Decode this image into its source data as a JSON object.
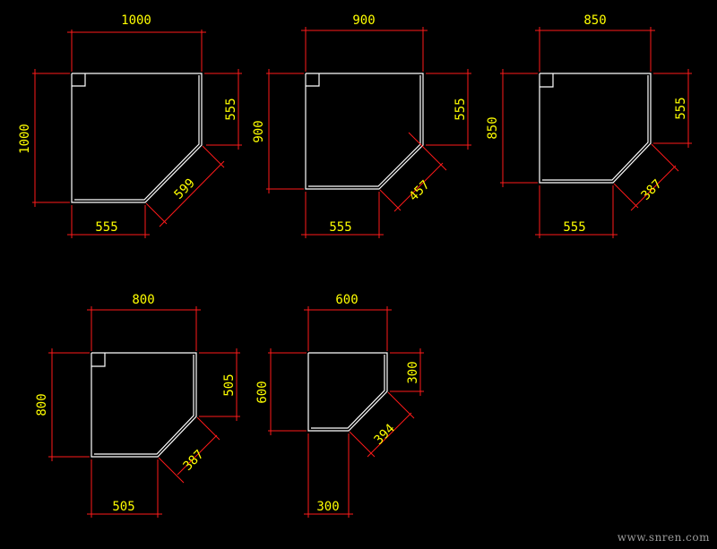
{
  "colors": {
    "background": "#000000",
    "outline": "#ffffff",
    "dimension_line": "#ff1a1a",
    "dimension_text": "#ffff00"
  },
  "plans": [
    {
      "id": "plan-1000",
      "labels": {
        "width": "1000",
        "height": "1000",
        "right_side": "555",
        "bottom_side": "555",
        "diagonal": "599"
      }
    },
    {
      "id": "plan-900",
      "labels": {
        "width": "900",
        "height": "900",
        "right_side": "555",
        "bottom_side": "555",
        "diagonal": "457"
      }
    },
    {
      "id": "plan-850",
      "labels": {
        "width": "850",
        "height": "850",
        "right_side": "555",
        "bottom_side": "555",
        "diagonal": "387"
      }
    },
    {
      "id": "plan-800",
      "labels": {
        "width": "800",
        "height": "800",
        "right_side": "505",
        "bottom_side": "505",
        "diagonal": "387"
      }
    },
    {
      "id": "plan-600",
      "labels": {
        "width": "600",
        "height": "600",
        "right_side": "300",
        "bottom_side": "300",
        "diagonal": "394"
      }
    }
  ],
  "watermark": "www.snren.com"
}
